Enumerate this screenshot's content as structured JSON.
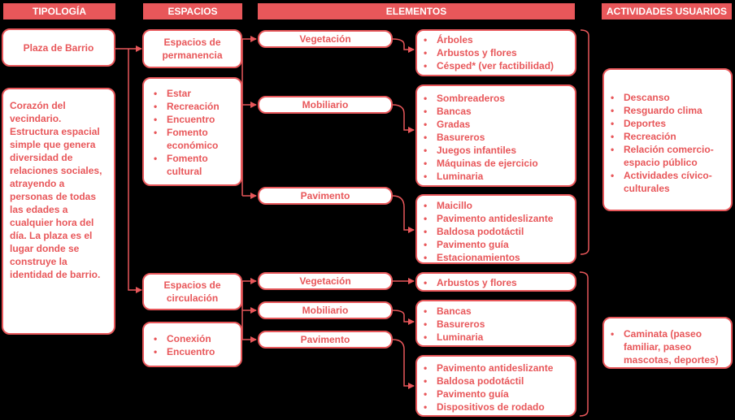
{
  "colors": {
    "accent": "#E8575A",
    "background": "#000000",
    "box": "#ffffff"
  },
  "headers": {
    "tipologia": "TIPOLOGÍA",
    "espacios": "ESPACIOS",
    "elementos": "ELEMENTOS",
    "actividades": "ACTIVIDADES USUARIOS"
  },
  "tipologia": {
    "name": "Plaza de Barrio",
    "description": "Corazón del vecindario. Estructura espacial simple que genera diversidad de relaciones sociales, atrayendo a personas de todas las edades a cualquier hora del día. La plaza es el lugar donde se construye la identidad de barrio."
  },
  "permanencia": {
    "label": "Espacios de permanencia",
    "uses": [
      "Estar",
      "Recreación",
      "Encuentro",
      "Fomento económico",
      "Fomento cultural"
    ],
    "elements": [
      {
        "label": "Vegetación",
        "items": [
          "Árboles",
          "Arbustos y flores",
          "Césped* (ver factibilidad)"
        ]
      },
      {
        "label": "Mobiliario",
        "items": [
          "Sombreaderos",
          "Bancas",
          "Gradas",
          "Basureros",
          "Juegos infantiles",
          "Máquinas de ejercicio",
          "Luminaria"
        ]
      },
      {
        "label": "Pavimento",
        "items": [
          "Maicillo",
          "Pavimento antideslizante",
          "Baldosa podotáctil",
          "Pavimento guía",
          "Estacionamientos"
        ]
      }
    ],
    "activities": [
      "Descanso",
      "Resguardo clima",
      "Deportes",
      "Recreación",
      "Relación comercio-espacio público",
      "Actividades cívico-culturales"
    ]
  },
  "circulacion": {
    "label": "Espacios de circulación",
    "uses": [
      "Conexión",
      "Encuentro"
    ],
    "elements": [
      {
        "label": "Vegetación",
        "items": [
          "Arbustos y flores"
        ]
      },
      {
        "label": "Mobiliario",
        "items": [
          "Bancas",
          "Basureros",
          "Luminaria"
        ]
      },
      {
        "label": "Pavimento",
        "items": [
          "Pavimento antideslizante",
          "Baldosa podotáctil",
          "Pavimento guía",
          "Dispositivos de rodado"
        ]
      }
    ],
    "activities": [
      "Caminata (paseo familiar, paseo mascotas, deportes)"
    ]
  }
}
